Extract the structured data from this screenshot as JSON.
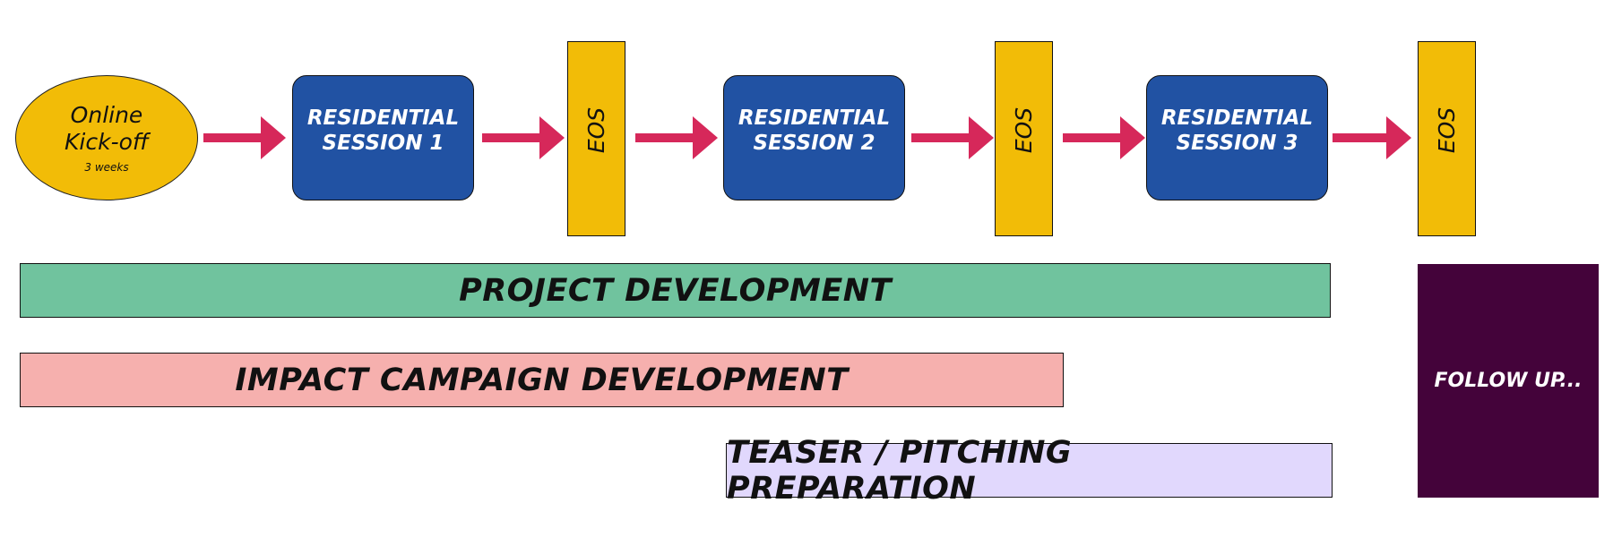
{
  "diagram": {
    "kickoff": {
      "title_line1": "Online",
      "title_line2": "Kick-off",
      "subtitle": "3 weeks",
      "color": "#f2bc07"
    },
    "sessions": [
      {
        "line1": "RESIDENTIAL",
        "line2": "SESSION 1"
      },
      {
        "line1": "RESIDENTIAL",
        "line2": "SESSION 2"
      },
      {
        "line1": "RESIDENTIAL",
        "line2": "SESSION 3"
      }
    ],
    "session_color": "#2152a3",
    "eos": [
      {
        "label": "EOS"
      },
      {
        "label": "EOS"
      },
      {
        "label": "EOS"
      }
    ],
    "eos_color": "#f2bc07",
    "arrow_color": "#d6285a",
    "tracks": [
      {
        "label": "PROJECT DEVELOPMENT",
        "color": "#70c39e"
      },
      {
        "label": "IMPACT CAMPAIGN DEVELOPMENT",
        "color": "#f6b0ae"
      },
      {
        "label": "TEASER / PITCHING PREPARATION",
        "color": "#e1d8fd"
      }
    ],
    "follow_up": {
      "label": "FOLLOW UP...",
      "color": "#44033a"
    }
  }
}
